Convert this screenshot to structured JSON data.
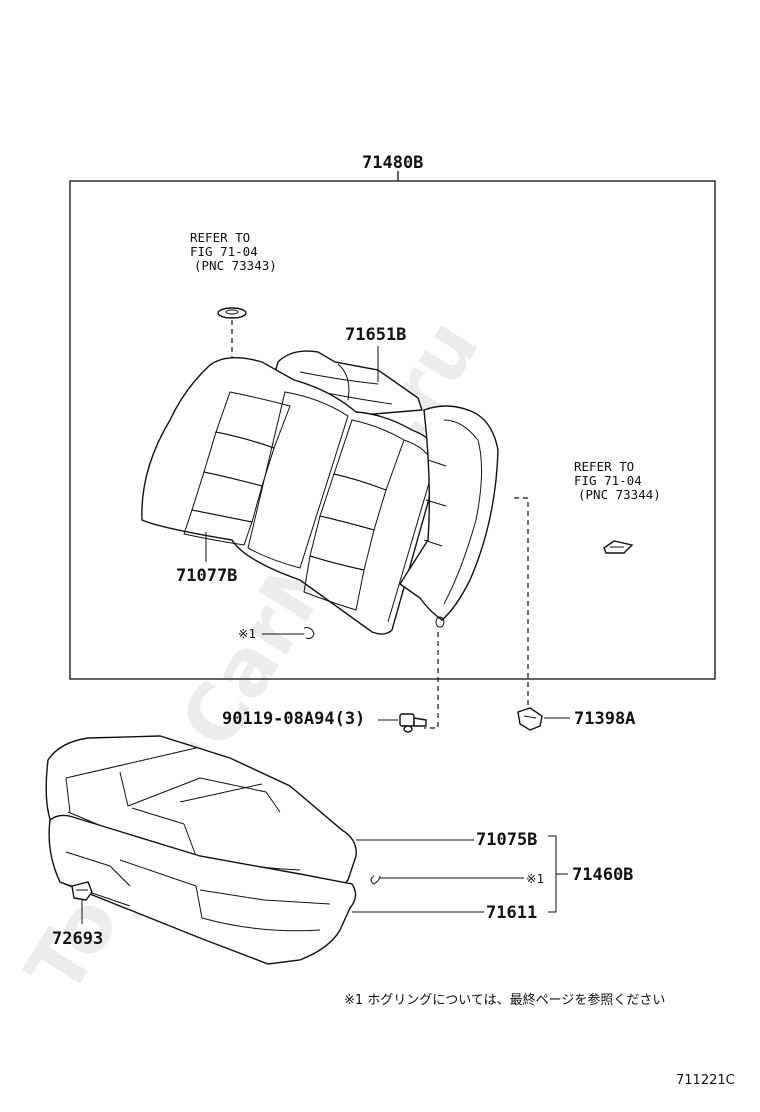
{
  "diagram": {
    "assembly_label": "71480B",
    "refer_left": {
      "line1": "REFER TO",
      "line2": "FIG 71-04",
      "line3": "(PNC 73343)"
    },
    "refer_right": {
      "line1": "REFER TO",
      "line2": "FIG 71-04",
      "line3": "(PNC 73344)"
    },
    "seatback_cover_label": "71651B",
    "seatback_pad_label": "71077B",
    "hog_ring_mark_upper": "※1",
    "bolt_label": "90119-08A94(3)",
    "clip_label": "71398A",
    "cushion_cover_label": "71075B",
    "hog_ring_mark_lower": "※1",
    "cushion_assy_label": "71460B",
    "cushion_pad_label": "71611",
    "hook_label": "72693",
    "footnote": "※1  ホグリングについては、最終ページを参照ください",
    "figure_code": "711221C",
    "watermark": "ToyotaCarMine.ru"
  }
}
